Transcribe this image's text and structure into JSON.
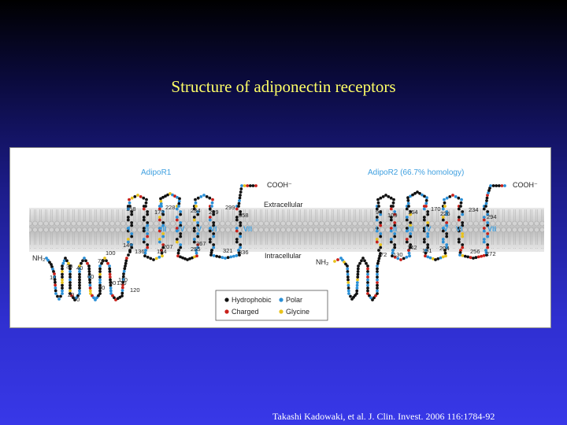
{
  "slide": {
    "title": "Structure of adiponectin receptors",
    "citation": "Takashi Kadowaki, et al. J. Clin. Invest. 2006 116:1784-92"
  },
  "figure": {
    "receptor1": {
      "name": "AdipoR1",
      "n_terminus": "NH₂",
      "c_terminus": "COOH⁻",
      "helices": [
        "I",
        "II",
        "III",
        "IV",
        "V",
        "VI",
        "VII"
      ],
      "residue_numbers": [
        "158",
        "172",
        "228",
        "234",
        "289",
        "299",
        "358",
        "136",
        "194",
        "207",
        "255",
        "267",
        "321",
        "336",
        "100",
        "70",
        "80",
        "90",
        "110",
        "120",
        "130",
        "140",
        "10",
        "20",
        "30",
        "40",
        "50",
        "60"
      ]
    },
    "receptor2": {
      "name": "AdipoR2 (66.7% homology)",
      "n_terminus": "NH₂",
      "c_terminus": "COOH⁻",
      "helices": [
        "I",
        "II",
        "III",
        "IV",
        "V",
        "VI",
        "VII"
      ],
      "residue_numbers": [
        "94",
        "109",
        "164",
        "170",
        "226",
        "234",
        "294",
        "72",
        "130",
        "142",
        "191",
        "204",
        "256",
        "272"
      ]
    },
    "regions": {
      "extracellular": "Extracellular",
      "intracellular": "Intracellular"
    },
    "legend": [
      {
        "label": "Hydrophobic",
        "color": "#111111"
      },
      {
        "label": "Polar",
        "color": "#2a8fd6"
      },
      {
        "label": "Charged",
        "color": "#c8201a"
      },
      {
        "label": "Glycine",
        "color": "#e8c21a"
      }
    ]
  }
}
